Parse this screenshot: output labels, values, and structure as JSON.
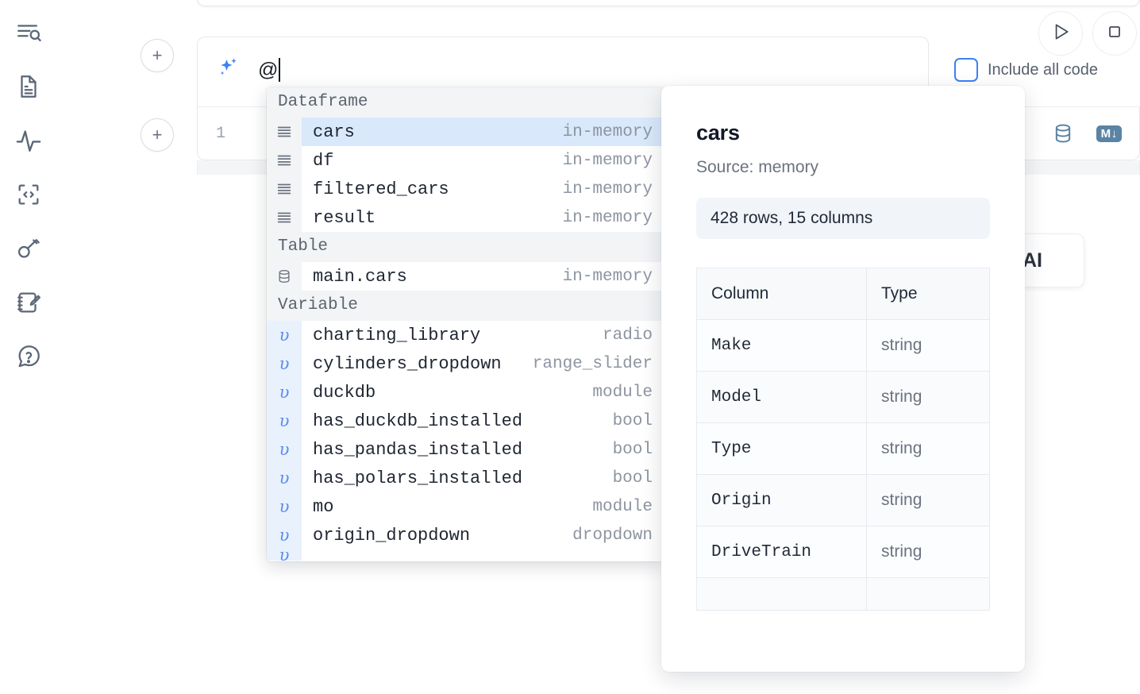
{
  "sidebar": {
    "items": [
      {
        "name": "outline-search-icon",
        "label": "Outline"
      },
      {
        "name": "file-explorer-icon",
        "label": "Files"
      },
      {
        "name": "activity-icon",
        "label": "Variables"
      },
      {
        "name": "code-snippets-icon",
        "label": "Snippets"
      },
      {
        "name": "secrets-key-icon",
        "label": "Secrets"
      },
      {
        "name": "scratchpad-icon",
        "label": "Scratchpad"
      },
      {
        "name": "help-chat-icon",
        "label": "Help"
      }
    ]
  },
  "toolbar": {
    "add_cell_label": "+",
    "run_label": "Run",
    "stop_label": "Stop",
    "include_all_code_label": "Include all code",
    "include_all_code_checked": false
  },
  "ai_prompt": {
    "icon": "sparkles-icon",
    "value": "@",
    "placeholder": ""
  },
  "cell": {
    "line_number": "1",
    "database_icon": "database-icon",
    "markdown_icon": "markdown-icon",
    "markdown_label": "M"
  },
  "floating_chip": {
    "label": "AI"
  },
  "autocomplete": {
    "groups": [
      {
        "title": "Dataframe",
        "icon": "dataframe-icon",
        "kind": "df",
        "items": [
          {
            "name": "cars",
            "meta": "in-memory",
            "selected": true
          },
          {
            "name": "df",
            "meta": "in-memory",
            "selected": false
          },
          {
            "name": "filtered_cars",
            "meta": "in-memory",
            "selected": false
          },
          {
            "name": "result",
            "meta": "in-memory",
            "selected": false
          }
        ]
      },
      {
        "title": "Table",
        "icon": "table-db-icon",
        "kind": "tbl",
        "items": [
          {
            "name": "main.cars",
            "meta": "in-memory",
            "selected": false
          }
        ]
      },
      {
        "title": "Variable",
        "icon": "variable-icon",
        "kind": "var",
        "items": [
          {
            "name": "charting_library",
            "meta": "radio",
            "selected": false
          },
          {
            "name": "cylinders_dropdown",
            "meta": "range_slider",
            "selected": false
          },
          {
            "name": "duckdb",
            "meta": "module",
            "selected": false
          },
          {
            "name": "has_duckdb_installed",
            "meta": "bool",
            "selected": false
          },
          {
            "name": "has_pandas_installed",
            "meta": "bool",
            "selected": false
          },
          {
            "name": "has_polars_installed",
            "meta": "bool",
            "selected": false
          },
          {
            "name": "mo",
            "meta": "module",
            "selected": false
          },
          {
            "name": "origin_dropdown",
            "meta": "dropdown",
            "selected": false
          }
        ]
      }
    ]
  },
  "preview": {
    "title": "cars",
    "source": "Source: memory",
    "shape": "428 rows, 15 columns",
    "columns_header": "Column",
    "type_header": "Type",
    "rows": [
      {
        "column": "Make",
        "type": "string"
      },
      {
        "column": "Model",
        "type": "string"
      },
      {
        "column": "Type",
        "type": "string"
      },
      {
        "column": "Origin",
        "type": "string"
      },
      {
        "column": "DriveTrain",
        "type": "string"
      }
    ]
  },
  "colors": {
    "accent_blue": "#3b82f6",
    "selected_row_bg": "#d9e8fb",
    "variable_gutter_bg": "#e9f1fc",
    "section_bg": "#f2f4f6",
    "cell_icon": "#5b83a3"
  }
}
